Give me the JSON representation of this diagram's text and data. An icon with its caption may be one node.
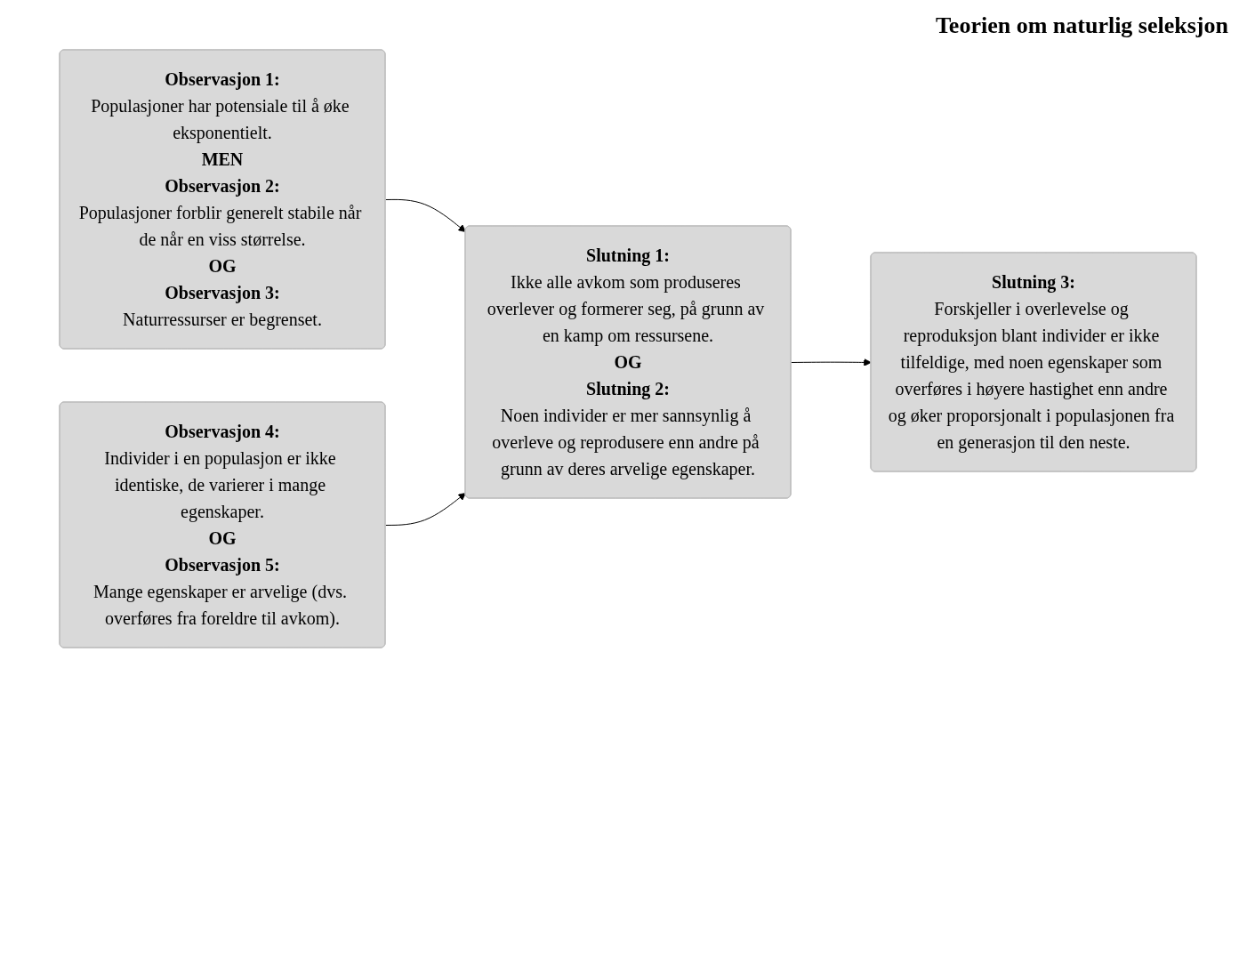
{
  "diagram": {
    "title": "Teorien om naturlig seleksjon",
    "nodes": [
      {
        "text": [
          "Observasjon 1:",
          "Populasjoner har potensiale til å øke eksponentielt.",
          "MEN",
          "Observasjon 2:",
          "Populasjoner forblir generelt stabile når de når en viss størrelse.",
          "OG",
          "Observasjon 3:",
          "Naturressurser er begrenset."
        ]
      },
      {
        "text": [
          "Observasjon 4:",
          "Individer i en populasjon er ikke identiske, de varierer i mange egenskaper.",
          "OG",
          "Observasjon 5:",
          "Mange egenskaper er arvelige (dvs. overføres fra foreldre til avkom)."
        ]
      },
      {
        "text": [
          "Slutning 1:",
          "Ikke alle avkom som produseres overlever og formerer seg, på grunn av en kamp om ressursene.",
          "OG",
          "Slutning 2:",
          "Noen individer er mer sannsynlig å overleve og reprodusere enn andre på grunn av deres arvelige egenskaper."
        ]
      },
      {
        "text": [
          "Slutning 3:",
          "Forskjeller i overlevelse og reproduksjon blant individer er ikke tilfeldige, med noen egenskaper som overføres i høyere hastighet enn andre og øker proporsjonalt i populasjonen fra en generasjon til den neste."
        ]
      }
    ],
    "edges": [
      {
        "from": 0,
        "to": 2,
        "arrow": "to"
      },
      {
        "from": 1,
        "to": 2,
        "arrow": "to"
      },
      {
        "from": 2,
        "to": 3,
        "arrow": "to"
      }
    ]
  }
}
